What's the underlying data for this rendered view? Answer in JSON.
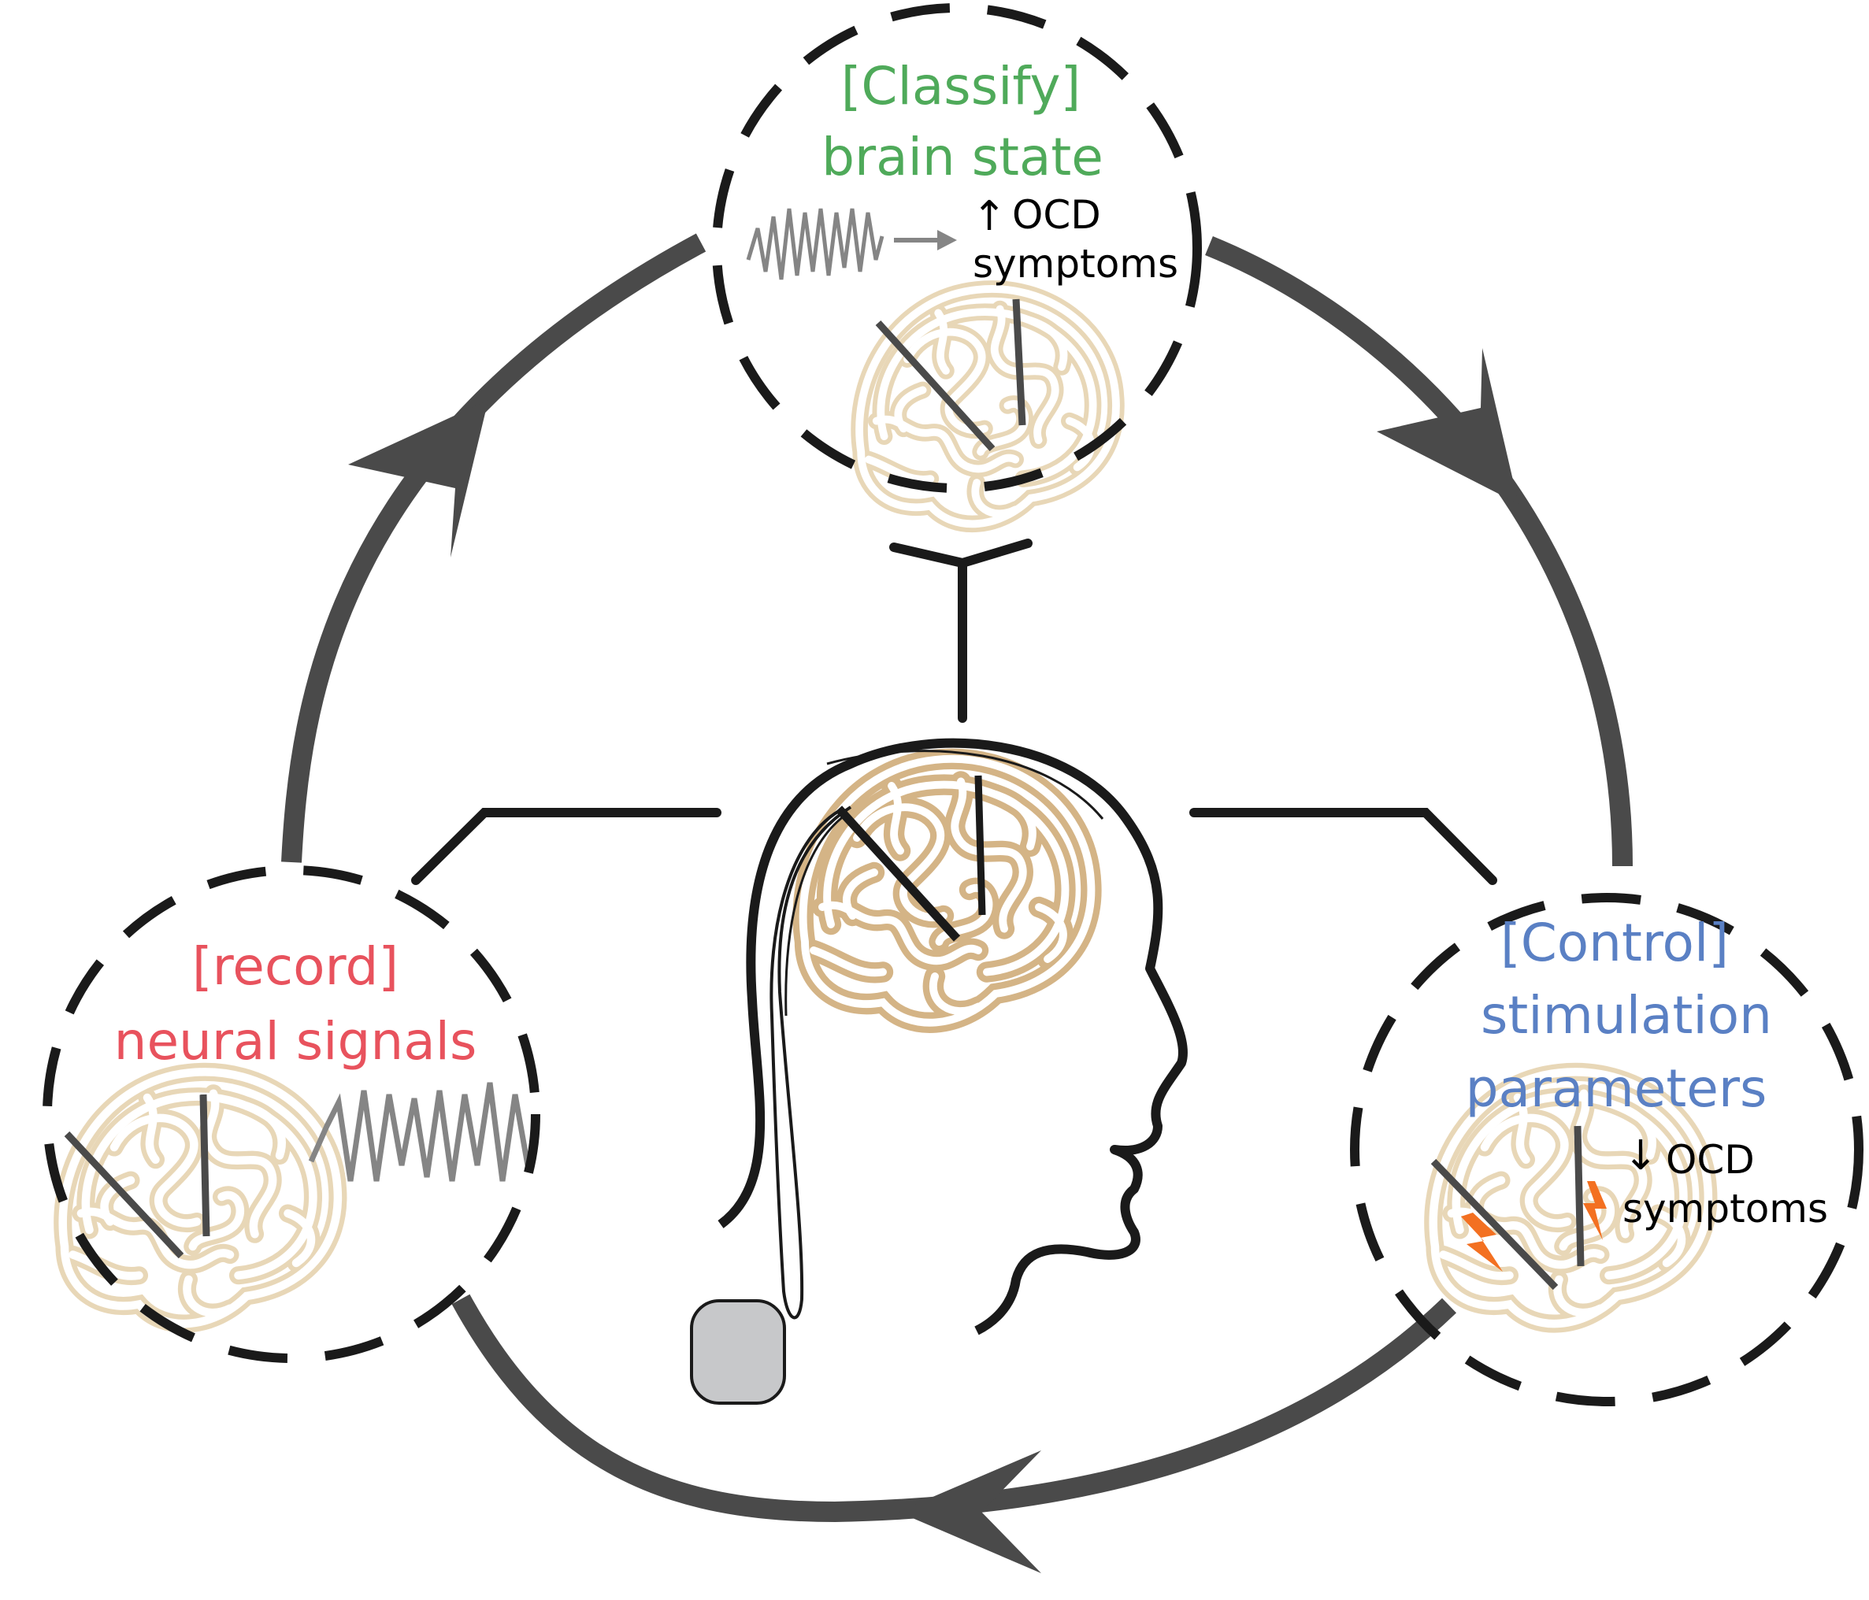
{
  "colors": {
    "loop_arrow": "#4a4a4a",
    "dashed_circle": "#1a1a1a",
    "brain_fill": "#ede0c8",
    "brain_stroke": "#d8bf95",
    "brain_stroke_main": "#d4b486",
    "record": "#e8525d",
    "classify": "#4faa5a",
    "control": "#5a80c4",
    "signal": "#858585",
    "lightning": "#f37021",
    "stimulator": "#c7c8ca"
  },
  "record": {
    "line1": "[record]",
    "line2": "neural signals"
  },
  "classify": {
    "line1": "[Classify]",
    "line2": "brain state",
    "arrow_glyph": "↑",
    "ocd": "OCD",
    "symptoms": "symptoms"
  },
  "control": {
    "line1": "[Control]",
    "line2": "stimulation",
    "line3": "parameters",
    "arrow_glyph": "↓",
    "ocd": "OCD",
    "symptoms": "symptoms"
  }
}
